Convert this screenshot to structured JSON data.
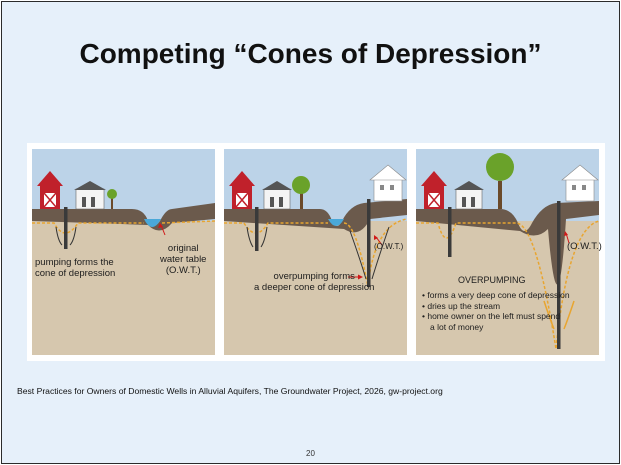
{
  "slide": {
    "title": "Competing “Cones of Depression”",
    "citation": "Best Practices for Owners of Domestic Wells in Alluvial Aquifers, The Groundwater Project, 2026, gw-project.org",
    "page_number": "20"
  },
  "panels": [
    {
      "labels": {
        "pumping": [
          "pumping forms the",
          "cone of depression"
        ],
        "owt": [
          "original",
          "water table",
          "(O.W.T.)"
        ]
      }
    },
    {
      "labels": {
        "owt": "(O.W.T.)",
        "overpumping": [
          "overpumping forms",
          "a deeper cone of depression"
        ]
      }
    },
    {
      "labels": {
        "owt": "(O.W.T.)",
        "heading": "OVERPUMPING",
        "bullets": [
          "forms a very deep cone of depression",
          "dries up the stream",
          "home owner on the left must spend",
          "a lot of money"
        ]
      }
    }
  ],
  "colors": {
    "sky": "#bcd3e8",
    "ground_top": "#6b5a4c",
    "subsoil": "#d6c7ae",
    "water": "#4aa8d8",
    "water_table": "#e8a530",
    "arrow": "#d01818",
    "barn": "#c0212b",
    "tree": "#6aa22a"
  }
}
